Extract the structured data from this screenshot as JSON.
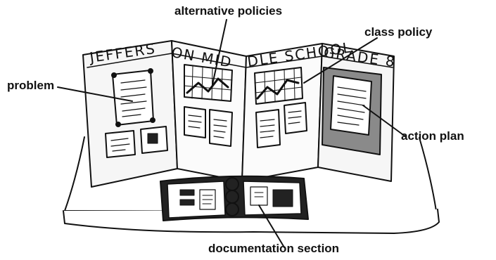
{
  "labels": {
    "alternative_policies": "alternative policies",
    "class_policy": "class policy",
    "problem": "problem",
    "action_plan": "action plan",
    "documentation_section": "documentation section"
  },
  "banner": {
    "panel1": "JEFFERS",
    "panel2": "ON MID",
    "panel3": "DLE SCHOOL",
    "panel4": "GRADE 8"
  },
  "colors": {
    "line": "#111111",
    "paper": "#ffffff",
    "panel_shade": "#e9e9e9",
    "dark_fill": "#222222",
    "gray_fill": "#8a8a8a"
  }
}
